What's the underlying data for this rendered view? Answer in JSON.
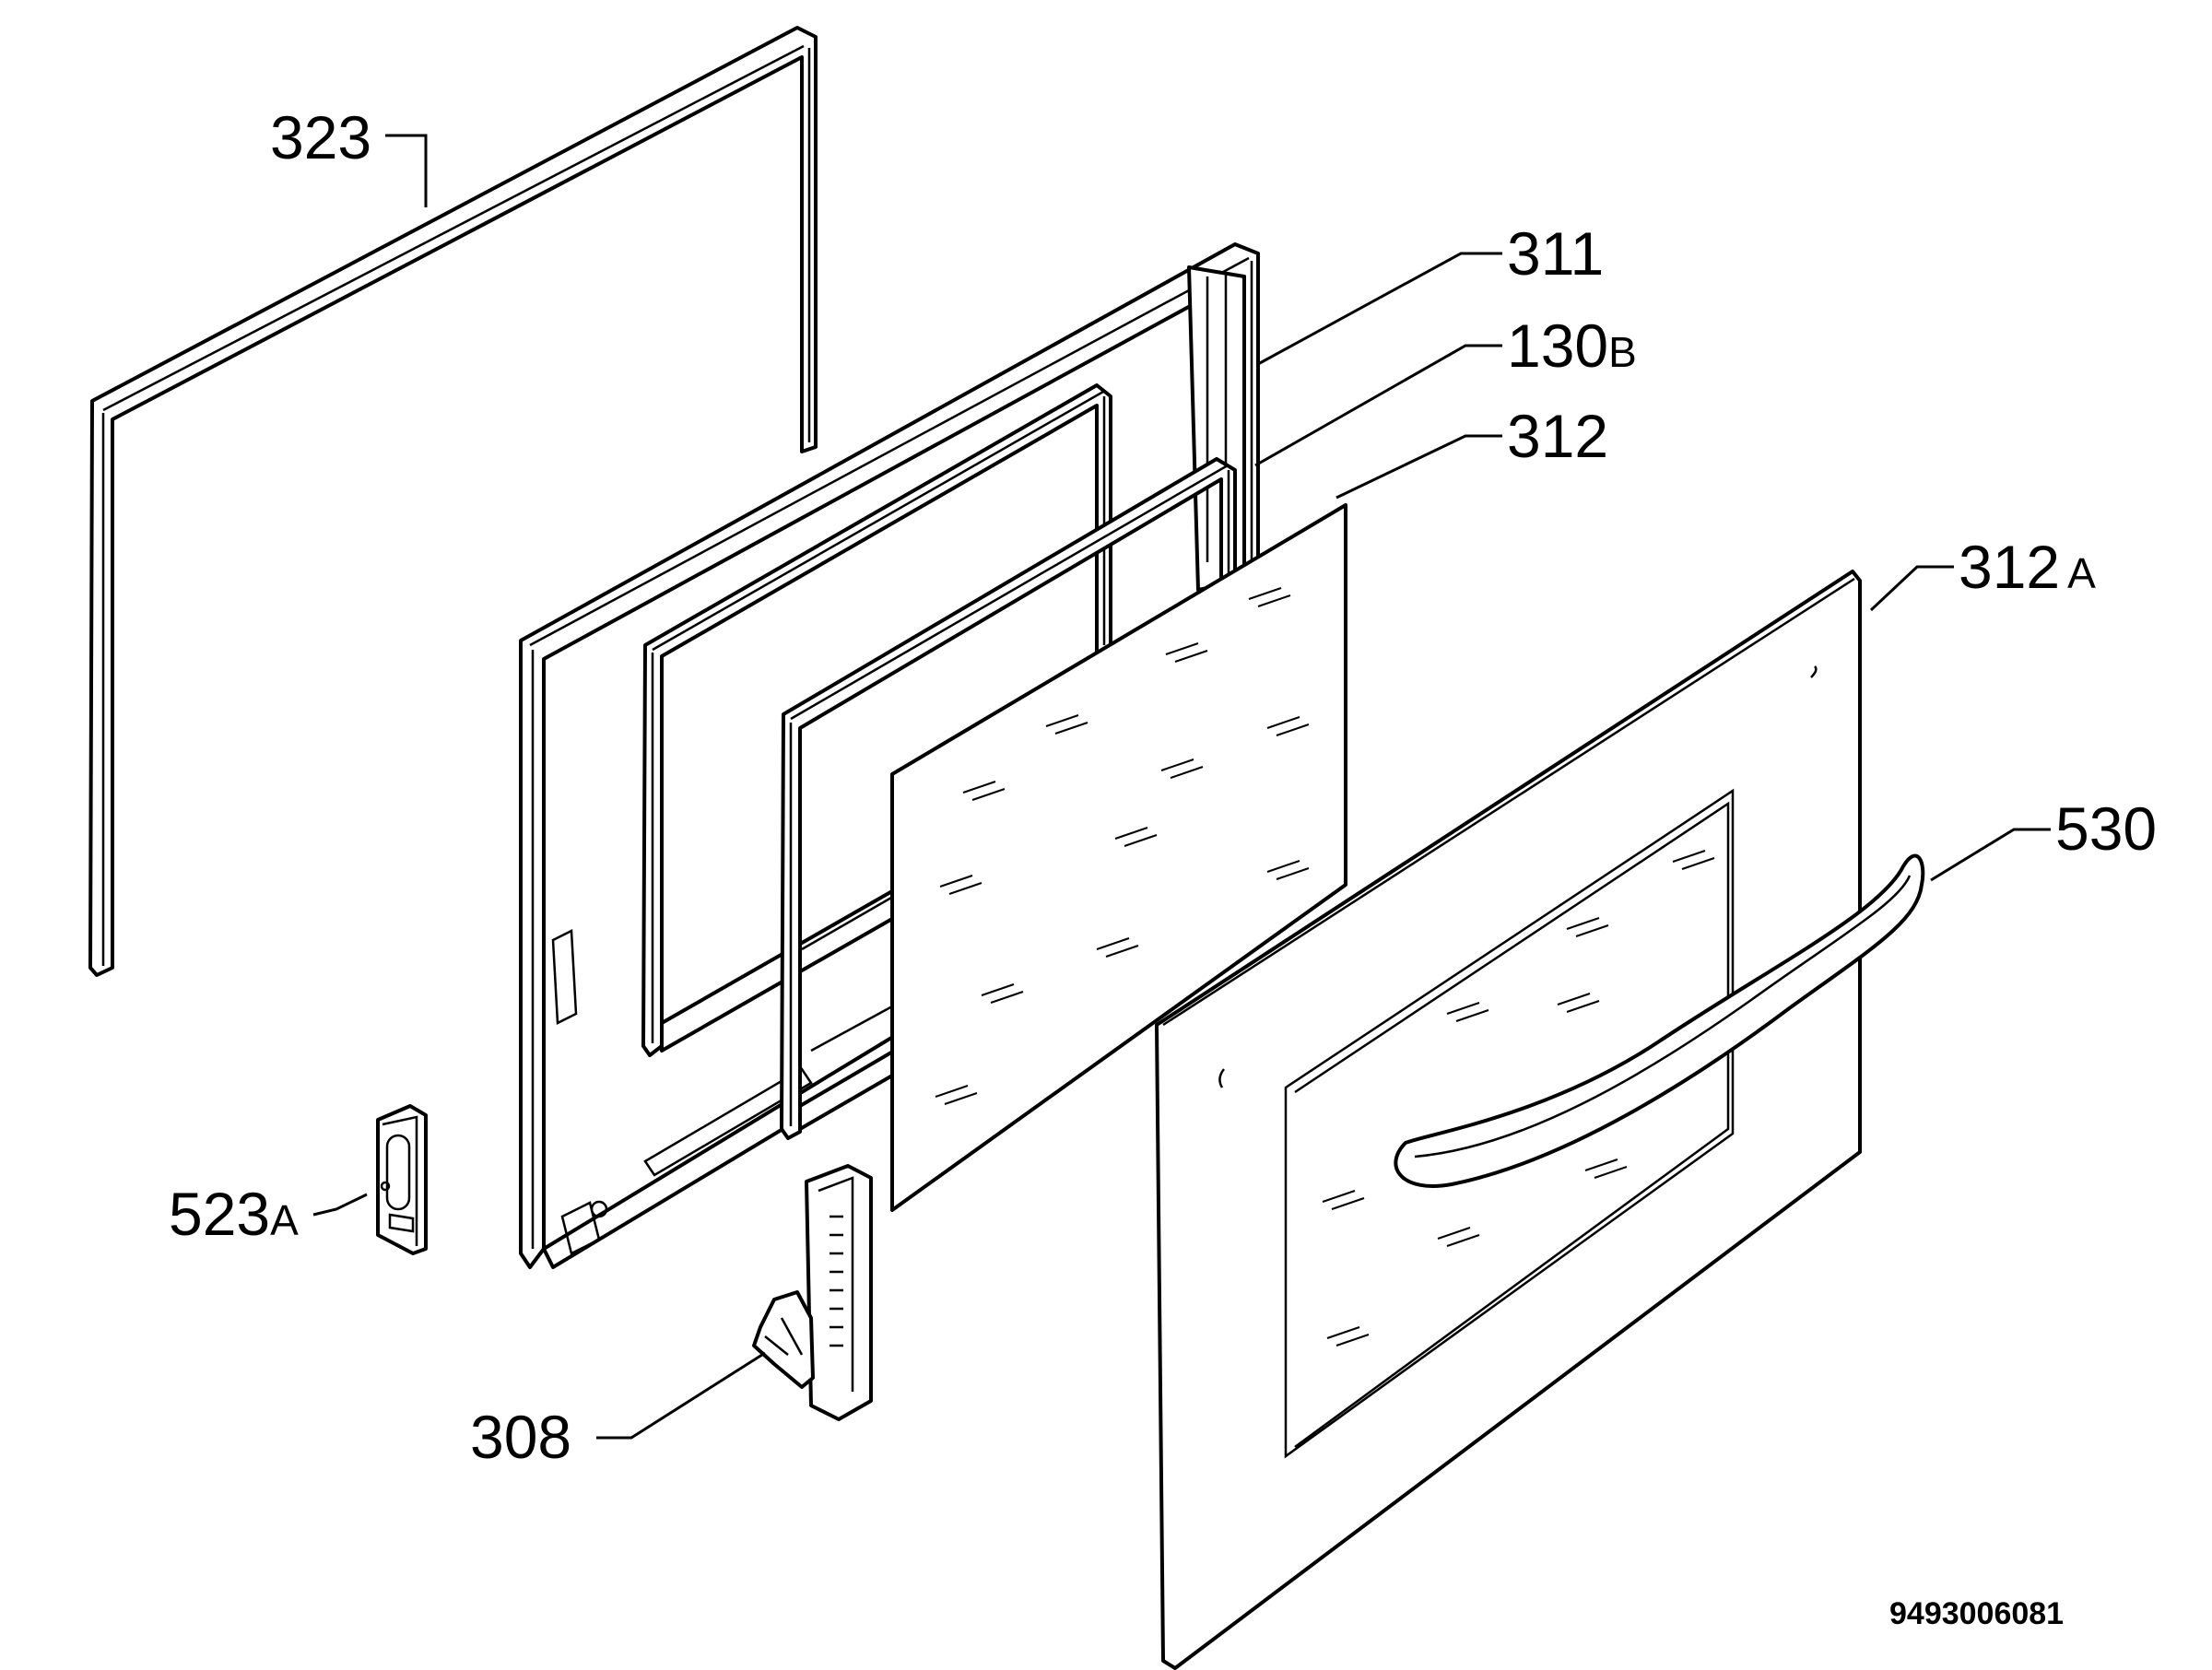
{
  "diagram": {
    "callouts": {
      "p323": "323",
      "p311": "311",
      "p130": {
        "main": "130",
        "sub": "B"
      },
      "p312": "312",
      "p312a": {
        "main": "312",
        "sub": "A"
      },
      "p530": "530",
      "p523a": {
        "main": "523",
        "sub": "A"
      },
      "p308": "308"
    },
    "document_number": "9493006081"
  }
}
